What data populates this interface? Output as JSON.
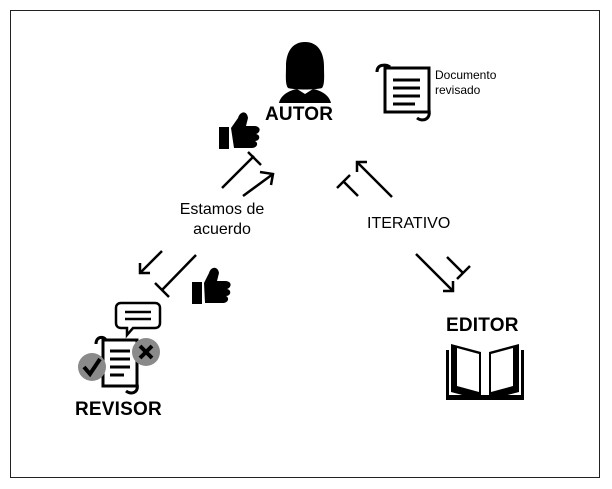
{
  "roles": {
    "autor": "AUTOR",
    "editor": "EDITOR",
    "revisor": "REVISOR"
  },
  "labels": {
    "agreement_line1": "Estamos de",
    "agreement_line2": "acuerdo",
    "iterative": "ITERATIVO",
    "document_line1": "Documento",
    "document_line2": "revisado"
  },
  "icons": {
    "autor": "person-silhouette-icon",
    "document": "scroll-document-icon",
    "thumb_autor": "thumbs-up-icon",
    "thumb_revisor": "thumbs-up-icon",
    "chat": "speech-bubble-icon",
    "review": "review-document-icon",
    "check": "check-icon",
    "reject": "x-icon",
    "editor": "open-book-icon"
  },
  "colors": {
    "ink": "#000000",
    "badge_gray": "#8a8a8a",
    "background": "#ffffff"
  }
}
